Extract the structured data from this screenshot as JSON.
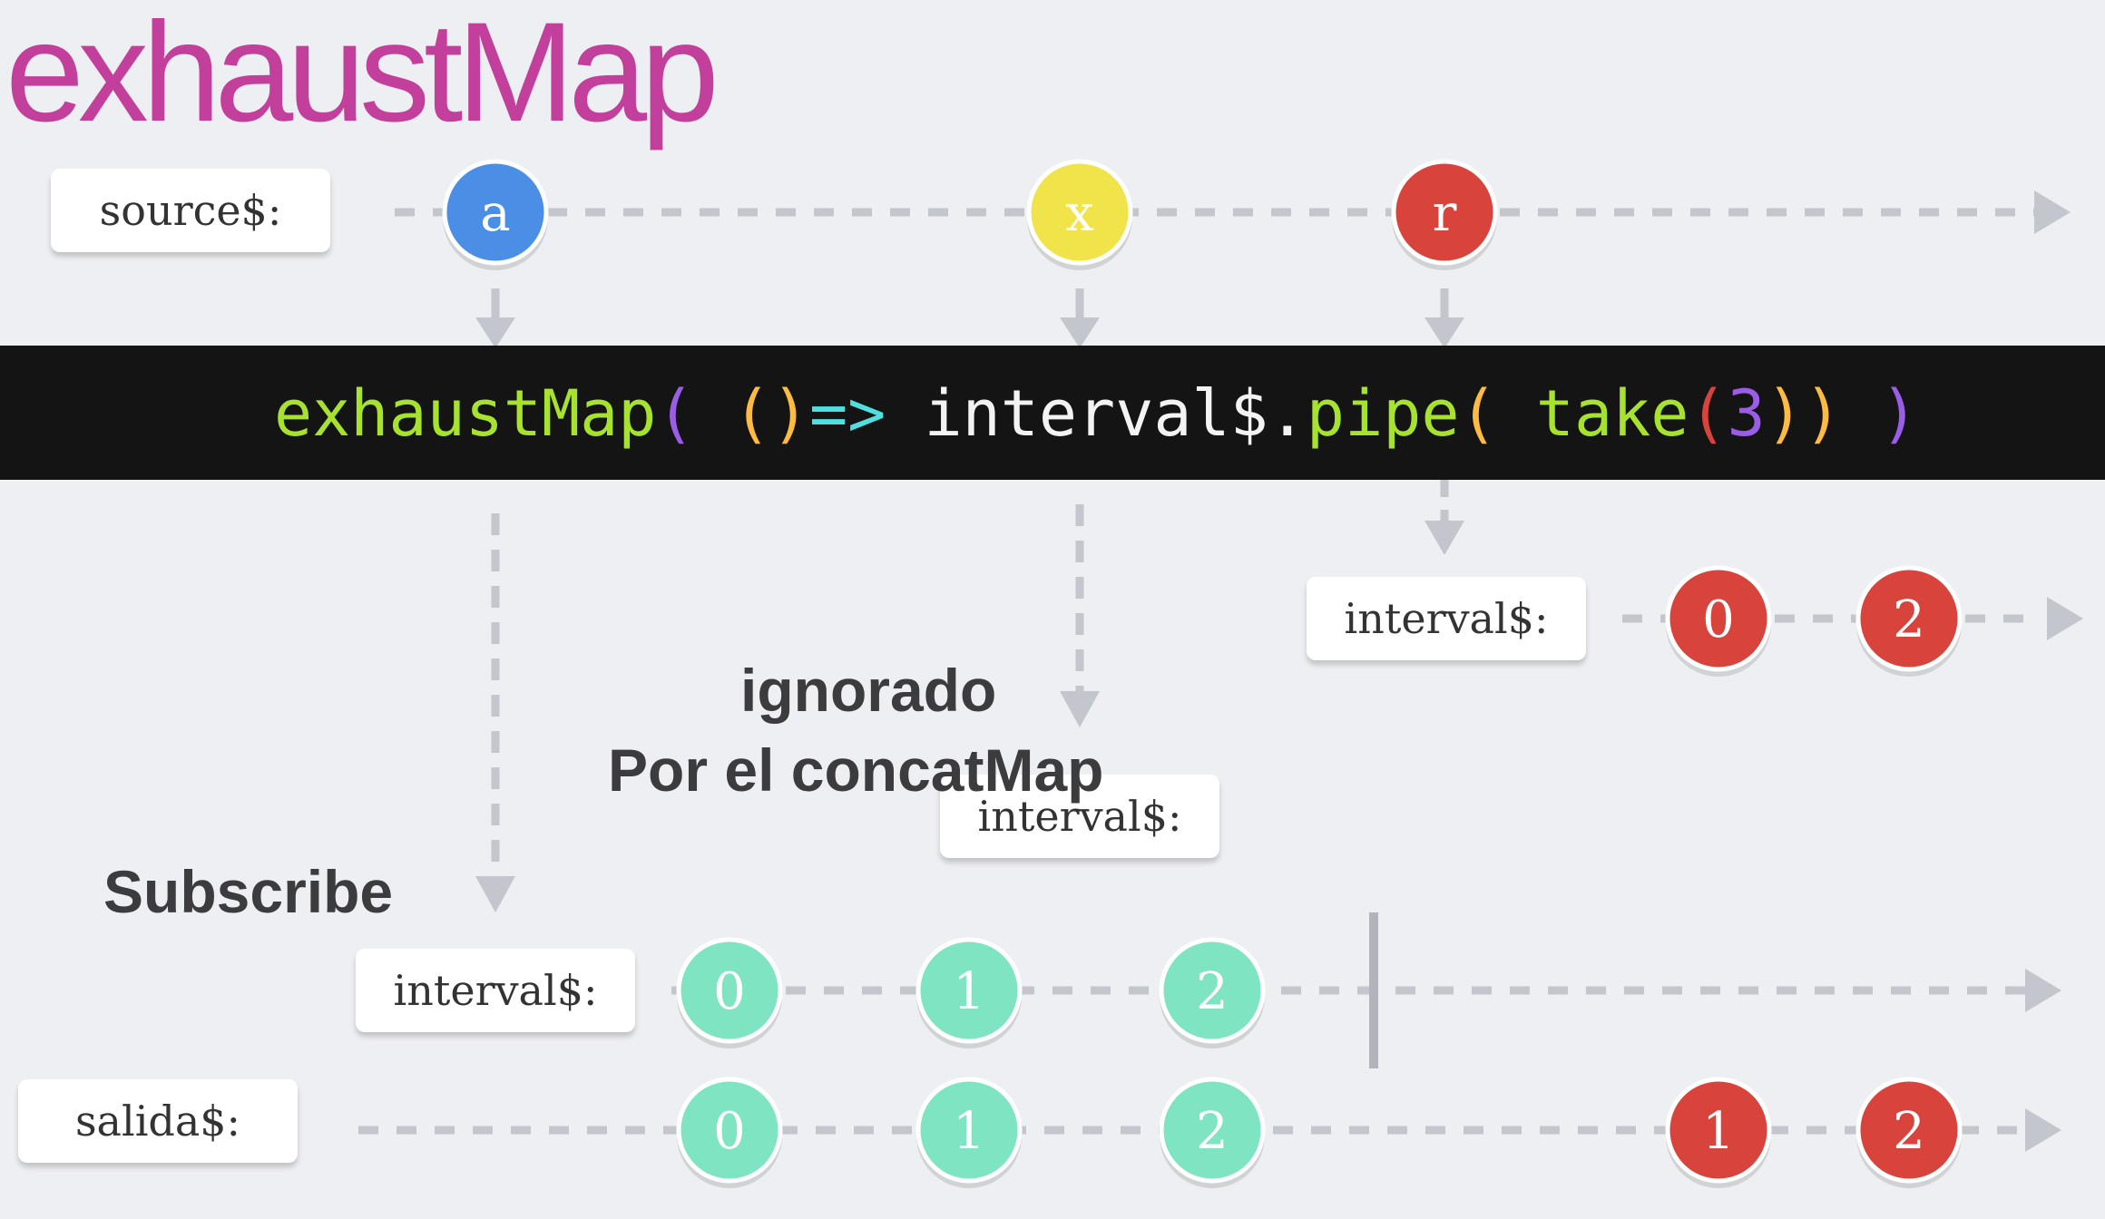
{
  "title": "exhaustMap",
  "colors": {
    "title": "#c2409b",
    "blue": "#4a8fe5",
    "yellow": "#f1e34a",
    "red": "#d8443b",
    "green": "#7ee4c2",
    "dash": "#c3c6cc",
    "code_green": "#a6e22e",
    "code_white": "#f3f3f3",
    "code_orange": "#fdbb42",
    "code_cyan": "#4fdfe0",
    "code_purple": "#9b5de5"
  },
  "labels": {
    "source": "source$:",
    "interval_r": "interval$:",
    "interval_x": "interval$:",
    "interval_a": "interval$:",
    "salida": "salida$:"
  },
  "code": {
    "fn": "exhaustMap",
    "open1": "( ",
    "parens": "()",
    "arrow": "=>",
    "obs": " interval$.",
    "pipe": "pipe",
    "open2": "( ",
    "take": "take",
    "open3": "(",
    "num": "3",
    "close": "))",
    "close_outer": " )"
  },
  "notes": {
    "ignorado": "ignorado",
    "por_el": "Por el concatMap",
    "subscribe": "Subscribe"
  },
  "marbles": {
    "source": [
      "a",
      "x",
      "r"
    ],
    "interval_r": [
      "0",
      "2"
    ],
    "interval_a": [
      "0",
      "1",
      "2"
    ],
    "salida_green": [
      "0",
      "1",
      "2"
    ],
    "salida_red": [
      "1",
      "2"
    ]
  }
}
